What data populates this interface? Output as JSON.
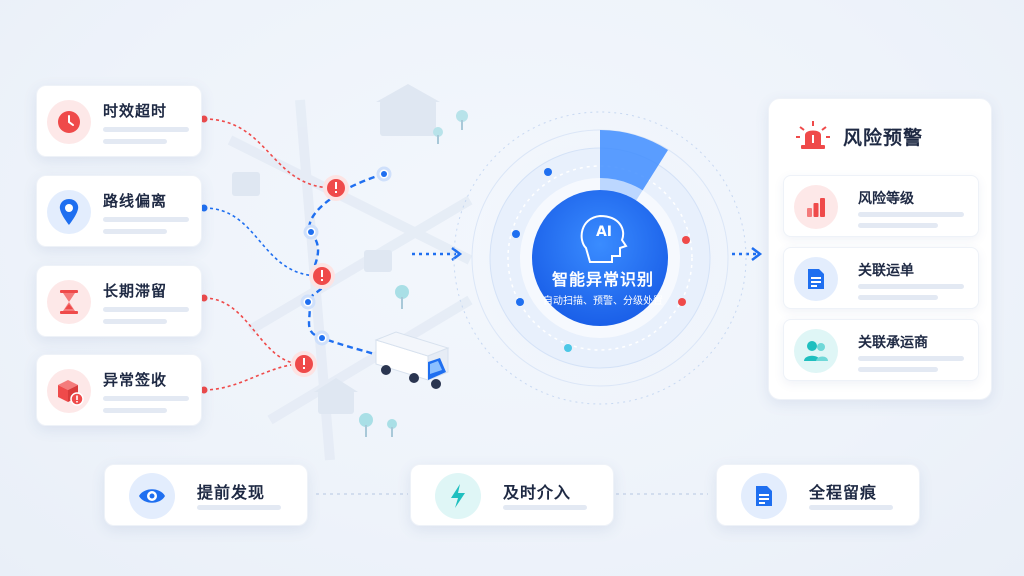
{
  "left_cards": [
    {
      "title": "时效超时",
      "icon": "clock-icon"
    },
    {
      "title": "路线偏离",
      "icon": "location-pin-icon"
    },
    {
      "title": "长期滞留",
      "icon": "hourglass-icon"
    },
    {
      "title": "异常签收",
      "icon": "package-alert-icon"
    }
  ],
  "hub": {
    "badge": "AI",
    "title": "智能异常识别",
    "subtitle": "自动扫描、预警、分级处置"
  },
  "risk_panel": {
    "title": "风险预警",
    "icon": "alarm-siren-icon",
    "items": [
      {
        "title": "风险等级",
        "icon": "bar-chart-icon"
      },
      {
        "title": "关联运单",
        "icon": "document-icon"
      },
      {
        "title": "关联承运商",
        "icon": "people-icon"
      }
    ]
  },
  "bottom_cards": [
    {
      "title": "提前发现",
      "icon": "eye-icon"
    },
    {
      "title": "及时介入",
      "icon": "lightning-icon"
    },
    {
      "title": "全程留痕",
      "icon": "document-icon"
    }
  ],
  "colors": {
    "primary_blue": "#1f6ff0",
    "alert_red": "#ef4a4a",
    "teal": "#1fbfbf",
    "text_dark": "#1f2a44"
  }
}
